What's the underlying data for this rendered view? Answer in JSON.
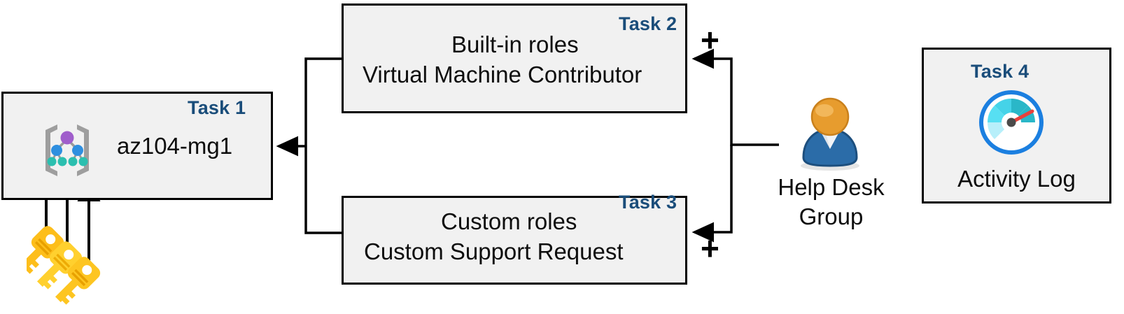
{
  "diagram": {
    "title": "Azure RBAC task diagram",
    "accent_color": "#1a4d7a",
    "box_fill": "#f1f1f1",
    "box_border": "#000000"
  },
  "boxes": [
    {
      "id": "task1",
      "task_label": "Task 1",
      "line1": "az104-mg1",
      "line2": "",
      "icon": "management-group-icon"
    },
    {
      "id": "task2",
      "task_label": "Task 2",
      "line1": "Built-in roles",
      "line2": "Virtual Machine Contributor",
      "icon": ""
    },
    {
      "id": "task3",
      "task_label": "Task 3",
      "line1": "Custom roles",
      "line2": "Custom Support Request",
      "icon": ""
    },
    {
      "id": "task4",
      "task_label": "Task 4",
      "line1": "Activity Log",
      "line2": "",
      "icon": "activity-log-gauge-icon"
    }
  ],
  "actor": {
    "icon": "user-group-icon",
    "label_line1": "Help Desk",
    "label_line2": "Group"
  },
  "keys": {
    "icon": "keys-icon",
    "count": 3
  },
  "operators": {
    "plus_top": "+",
    "plus_bottom": "+"
  }
}
